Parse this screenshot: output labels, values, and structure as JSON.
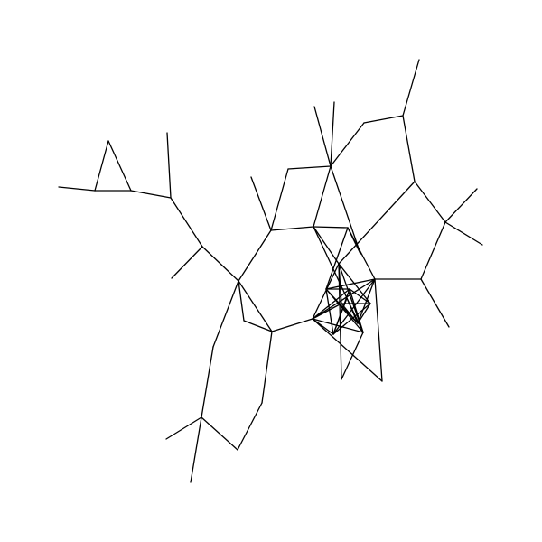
{
  "structure": {
    "kind": "line-drawing",
    "stroke_color": "#000000",
    "background_color": "#ffffff",
    "rings": [
      "cyclopropyl",
      "cyclohexane-a",
      "cyclopentane-b",
      "cyclohexane-c",
      "cyclohexane-d",
      "fused-cage-e"
    ],
    "substituents": [
      "methyl-cyclopropyl",
      "methyl-chain",
      "isopropyl-branch",
      "gem-dimethyl-top",
      "gem-dimethyl-right",
      "gem-dimethyl-bottom",
      "methyl-right",
      "methyl-top-right",
      "methyl-center-left"
    ]
  }
}
